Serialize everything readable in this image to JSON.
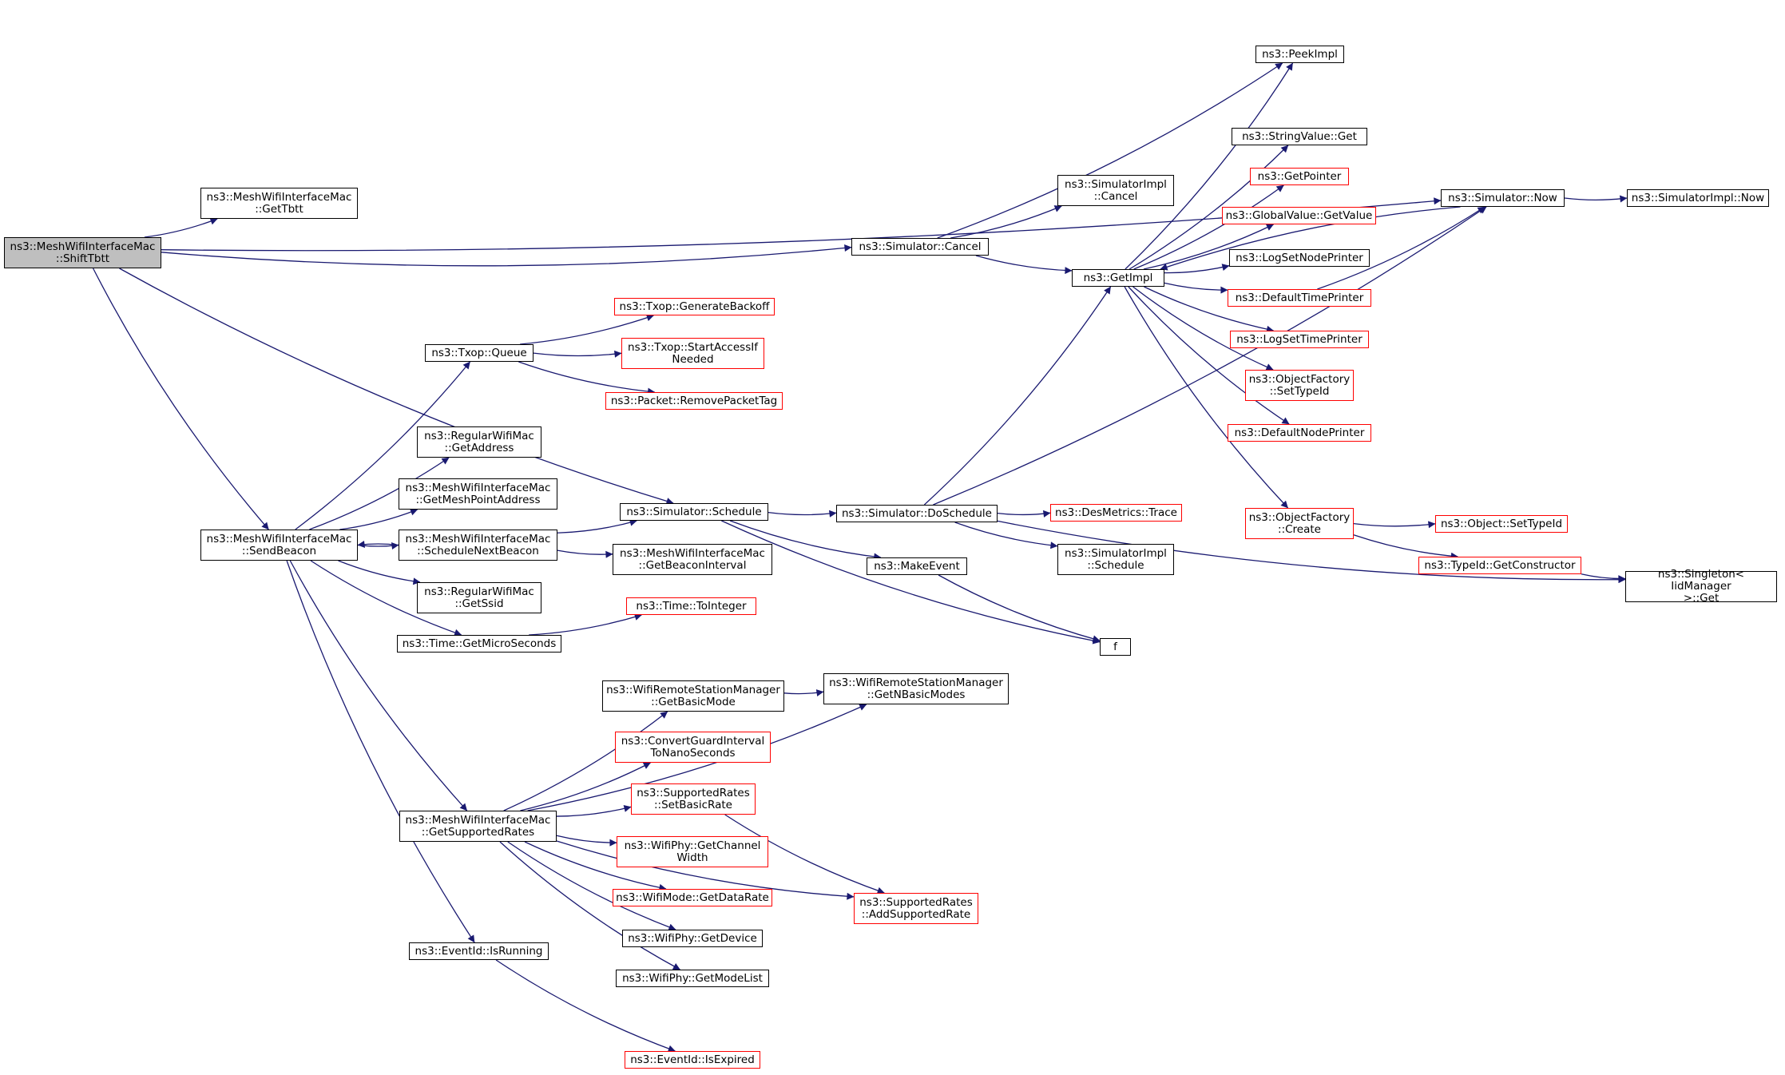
{
  "nodes": [
    {
      "id": "shifttbtt",
      "label": "ns3::MeshWifiInterfaceMac\n::ShiftTbtt",
      "style": "root"
    },
    {
      "id": "gettbtt",
      "label": "ns3::MeshWifiInterfaceMac\n::GetTbtt",
      "style": "black"
    },
    {
      "id": "sim_cancel",
      "label": "ns3::Simulator::Cancel",
      "style": "black"
    },
    {
      "id": "simimpl_cancel",
      "label": "ns3::SimulatorImpl\n::Cancel",
      "style": "black"
    },
    {
      "id": "getimpl",
      "label": "ns3::GetImpl",
      "style": "black"
    },
    {
      "id": "peekimpl",
      "label": "ns3::PeekImpl",
      "style": "black"
    },
    {
      "id": "stringvalue_get",
      "label": "ns3::StringValue::Get",
      "style": "black"
    },
    {
      "id": "getpointer",
      "label": "ns3::GetPointer",
      "style": "red"
    },
    {
      "id": "globalvalue_getvalue",
      "label": "ns3::GlobalValue::GetValue",
      "style": "red"
    },
    {
      "id": "logsetnodeprinter",
      "label": "ns3::LogSetNodePrinter",
      "style": "black"
    },
    {
      "id": "defaulttimeprinter",
      "label": "ns3::DefaultTimePrinter",
      "style": "red"
    },
    {
      "id": "logsettimeprinter",
      "label": "ns3::LogSetTimePrinter",
      "style": "red"
    },
    {
      "id": "objfactory_settypeid",
      "label": "ns3::ObjectFactory\n::SetTypeId",
      "style": "red"
    },
    {
      "id": "defaultnodeprinter",
      "label": "ns3::DefaultNodePrinter",
      "style": "red"
    },
    {
      "id": "objfactory_create",
      "label": "ns3::ObjectFactory\n::Create",
      "style": "red"
    },
    {
      "id": "sim_now",
      "label": "ns3::Simulator::Now",
      "style": "black"
    },
    {
      "id": "simimpl_now",
      "label": "ns3::SimulatorImpl::Now",
      "style": "black"
    },
    {
      "id": "object_settypeid",
      "label": "ns3::Object::SetTypeId",
      "style": "red"
    },
    {
      "id": "typeid_getconstructor",
      "label": "ns3::TypeId::GetConstructor",
      "style": "red"
    },
    {
      "id": "singleton_get",
      "label": "ns3::Singleton< IidManager\n >::Get",
      "style": "black"
    },
    {
      "id": "txop_queue",
      "label": "ns3::Txop::Queue",
      "style": "black"
    },
    {
      "id": "txop_generatebackoff",
      "label": "ns3::Txop::GenerateBackoff",
      "style": "red"
    },
    {
      "id": "txop_startaccess",
      "label": "ns3::Txop::StartAccessIf\nNeeded",
      "style": "red"
    },
    {
      "id": "packet_removepackettag",
      "label": "ns3::Packet::RemovePacketTag",
      "style": "red"
    },
    {
      "id": "regular_getaddress",
      "label": "ns3::RegularWifiMac\n::GetAddress",
      "style": "black"
    },
    {
      "id": "getmeshpointaddress",
      "label": "ns3::MeshWifiInterfaceMac\n::GetMeshPointAddress",
      "style": "black"
    },
    {
      "id": "sendbeacon",
      "label": "ns3::MeshWifiInterfaceMac\n::SendBeacon",
      "style": "black"
    },
    {
      "id": "schedulenextbeacon",
      "label": "ns3::MeshWifiInterfaceMac\n::ScheduleNextBeacon",
      "style": "black"
    },
    {
      "id": "sim_schedule",
      "label": "ns3::Simulator::Schedule",
      "style": "black"
    },
    {
      "id": "getbeaconinterval",
      "label": "ns3::MeshWifiInterfaceMac\n::GetBeaconInterval",
      "style": "black"
    },
    {
      "id": "sim_doschedule",
      "label": "ns3::Simulator::DoSchedule",
      "style": "black"
    },
    {
      "id": "desmetrics_trace",
      "label": "ns3::DesMetrics::Trace",
      "style": "red"
    },
    {
      "id": "simimpl_schedule",
      "label": "ns3::SimulatorImpl\n::Schedule",
      "style": "black"
    },
    {
      "id": "makeevent",
      "label": "ns3::MakeEvent",
      "style": "black"
    },
    {
      "id": "f",
      "label": "f",
      "style": "black"
    },
    {
      "id": "regular_getssid",
      "label": "ns3::RegularWifiMac\n::GetSsid",
      "style": "black"
    },
    {
      "id": "time_getmicroseconds",
      "label": "ns3::Time::GetMicroSeconds",
      "style": "black"
    },
    {
      "id": "time_tointeger",
      "label": "ns3::Time::ToInteger",
      "style": "red"
    },
    {
      "id": "getbasicmode",
      "label": "ns3::WifiRemoteStationManager\n::GetBasicMode",
      "style": "black"
    },
    {
      "id": "getnbasicmodes",
      "label": "ns3::WifiRemoteStationManager\n::GetNBasicModes",
      "style": "black"
    },
    {
      "id": "convertguardinterval",
      "label": "ns3::ConvertGuardInterval\nToNanoSeconds",
      "style": "red"
    },
    {
      "id": "supportedrates_setbasicrate",
      "label": "ns3::SupportedRates\n::SetBasicRate",
      "style": "red"
    },
    {
      "id": "getsupportedrates",
      "label": "ns3::MeshWifiInterfaceMac\n::GetSupportedRates",
      "style": "black"
    },
    {
      "id": "wifiphy_getchannelwidth",
      "label": "ns3::WifiPhy::GetChannel\nWidth",
      "style": "red"
    },
    {
      "id": "wifimode_getdatarate",
      "label": "ns3::WifiMode::GetDataRate",
      "style": "red"
    },
    {
      "id": "supportedrates_addsupportedrate",
      "label": "ns3::SupportedRates\n::AddSupportedRate",
      "style": "red"
    },
    {
      "id": "wifiphy_getdevice",
      "label": "ns3::WifiPhy::GetDevice",
      "style": "black"
    },
    {
      "id": "wifiphy_getmodelist",
      "label": "ns3::WifiPhy::GetModeList",
      "style": "black"
    },
    {
      "id": "eventid_isrunning",
      "label": "ns3::EventId::IsRunning",
      "style": "black"
    },
    {
      "id": "eventid_isexpired",
      "label": "ns3::EventId::IsExpired",
      "style": "red"
    }
  ],
  "edges": [
    [
      "shifttbtt",
      "gettbtt"
    ],
    [
      "shifttbtt",
      "sim_cancel"
    ],
    [
      "shifttbtt",
      "sim_now"
    ],
    [
      "shifttbtt",
      "sendbeacon"
    ],
    [
      "shifttbtt",
      "sim_schedule"
    ],
    [
      "sim_cancel",
      "simimpl_cancel"
    ],
    [
      "sim_cancel",
      "getimpl"
    ],
    [
      "sim_cancel",
      "peekimpl"
    ],
    [
      "getimpl",
      "peekimpl"
    ],
    [
      "getimpl",
      "stringvalue_get"
    ],
    [
      "getimpl",
      "getpointer"
    ],
    [
      "getimpl",
      "globalvalue_getvalue"
    ],
    [
      "getimpl",
      "logsetnodeprinter"
    ],
    [
      "getimpl",
      "defaulttimeprinter"
    ],
    [
      "getimpl",
      "logsettimeprinter"
    ],
    [
      "getimpl",
      "objfactory_settypeid"
    ],
    [
      "getimpl",
      "defaultnodeprinter"
    ],
    [
      "getimpl",
      "objfactory_create"
    ],
    [
      "sim_now",
      "getimpl"
    ],
    [
      "sim_now",
      "simimpl_now"
    ],
    [
      "defaulttimeprinter",
      "sim_now"
    ],
    [
      "objfactory_create",
      "object_settypeid"
    ],
    [
      "objfactory_create",
      "typeid_getconstructor"
    ],
    [
      "typeid_getconstructor",
      "singleton_get"
    ],
    [
      "sendbeacon",
      "txop_queue"
    ],
    [
      "sendbeacon",
      "regular_getaddress"
    ],
    [
      "sendbeacon",
      "getmeshpointaddress"
    ],
    [
      "sendbeacon",
      "schedulenextbeacon"
    ],
    [
      "schedulenextbeacon",
      "sendbeacon"
    ],
    [
      "sendbeacon",
      "regular_getssid"
    ],
    [
      "sendbeacon",
      "time_getmicroseconds"
    ],
    [
      "sendbeacon",
      "getsupportedrates"
    ],
    [
      "sendbeacon",
      "eventid_isrunning"
    ],
    [
      "txop_queue",
      "txop_generatebackoff"
    ],
    [
      "txop_queue",
      "txop_startaccess"
    ],
    [
      "txop_queue",
      "packet_removepackettag"
    ],
    [
      "schedulenextbeacon",
      "sim_schedule"
    ],
    [
      "schedulenextbeacon",
      "getbeaconinterval"
    ],
    [
      "sim_schedule",
      "sim_doschedule"
    ],
    [
      "sim_schedule",
      "makeevent"
    ],
    [
      "sim_schedule",
      "f"
    ],
    [
      "sim_doschedule",
      "getimpl"
    ],
    [
      "sim_doschedule",
      "sim_now"
    ],
    [
      "sim_doschedule",
      "desmetrics_trace"
    ],
    [
      "sim_doschedule",
      "simimpl_schedule"
    ],
    [
      "sim_doschedule",
      "singleton_get"
    ],
    [
      "makeevent",
      "f"
    ],
    [
      "time_getmicroseconds",
      "time_tointeger"
    ],
    [
      "getsupportedrates",
      "getnbasicmodes"
    ],
    [
      "getsupportedrates",
      "getbasicmode"
    ],
    [
      "getbasicmode",
      "getnbasicmodes"
    ],
    [
      "getsupportedrates",
      "convertguardinterval"
    ],
    [
      "getsupportedrates",
      "supportedrates_setbasicrate"
    ],
    [
      "getsupportedrates",
      "wifiphy_getchannelwidth"
    ],
    [
      "getsupportedrates",
      "wifimode_getdatarate"
    ],
    [
      "getsupportedrates",
      "wifiphy_getdevice"
    ],
    [
      "getsupportedrates",
      "wifiphy_getmodelist"
    ],
    [
      "getsupportedrates",
      "supportedrates_addsupportedrate"
    ],
    [
      "supportedrates_setbasicrate",
      "supportedrates_addsupportedrate"
    ],
    [
      "eventid_isrunning",
      "eventid_isexpired"
    ]
  ]
}
